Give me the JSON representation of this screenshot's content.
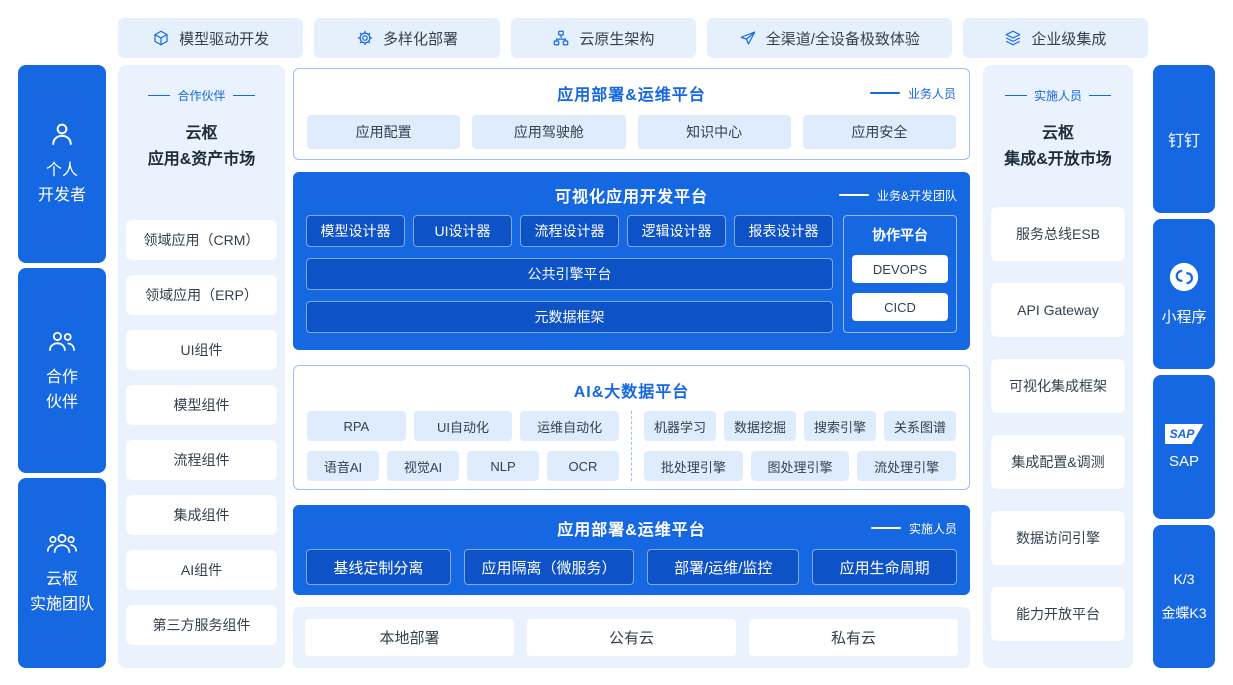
{
  "colors": {
    "brand_blue": "#1567e2",
    "deep_blue": "#0d52c6",
    "panel_light_blue": "#e9f2fd",
    "chip_light_blue": "#dfecfd",
    "outline_blue": "#9cc0f3",
    "text_dark": "#33404e"
  },
  "top_bar": {
    "items": [
      {
        "icon": "cube-icon",
        "label": "模型驱动开发"
      },
      {
        "icon": "gear-icon",
        "label": "多样化部署"
      },
      {
        "icon": "sitemap-icon",
        "label": "云原生架构"
      },
      {
        "icon": "paper-plane-icon",
        "label": "全渠道/全设备极致体验"
      },
      {
        "icon": "layers-icon",
        "label": "企业级集成"
      }
    ]
  },
  "left_rail": {
    "items": [
      {
        "icon": "person-icon",
        "line1": "个人",
        "line2": "开发者"
      },
      {
        "icon": "two-people-icon",
        "line1": "合作",
        "line2": "伙伴"
      },
      {
        "icon": "three-people-icon",
        "line1": "云枢",
        "line2": "实施团队"
      }
    ]
  },
  "app_market": {
    "tag": "合作伙伴",
    "title_line1": "云枢",
    "title_line2": "应用&资产市场",
    "items": [
      "领域应用（CRM）",
      "领域应用（ERP）",
      "UI组件",
      "模型组件",
      "流程组件",
      "集成组件",
      "AI组件",
      "第三方服务组件"
    ]
  },
  "ops_platform_top": {
    "title": "应用部署&运维平台",
    "tag": "业务人员",
    "items": [
      "应用配置",
      "应用驾驶舱",
      "知识中心",
      "应用安全"
    ]
  },
  "visual_dev_platform": {
    "title": "可视化应用开发平台",
    "tag": "业务&开发团队",
    "designers": [
      "模型设计器",
      "UI设计器",
      "流程设计器",
      "逻辑设计器",
      "报表设计器"
    ],
    "engine_bar": "公共引擎平台",
    "metadata_bar": "元数据框架",
    "collab": {
      "title": "协作平台",
      "items": [
        "DEVOPS",
        "CICD"
      ]
    }
  },
  "ai_bigdata_platform": {
    "title": "AI&大数据平台",
    "left_row1": [
      "RPA",
      "UI自动化",
      "运维自动化"
    ],
    "left_row2": [
      "语音AI",
      "视觉AI",
      "NLP",
      "OCR"
    ],
    "right_row1": [
      "机器学习",
      "数据挖掘",
      "搜索引擎",
      "关系图谱"
    ],
    "right_row2": [
      "批处理引擎",
      "图处理引擎",
      "流处理引擎"
    ]
  },
  "ops_platform_bottom": {
    "title": "应用部署&运维平台",
    "tag": "实施人员",
    "items": [
      "基线定制分离",
      "应用隔离（微服务）",
      "部署/运维/监控",
      "应用生命周期"
    ]
  },
  "deployment_bar": {
    "items": [
      "本地部署",
      "公有云",
      "私有云"
    ]
  },
  "integration_market": {
    "tag": "实施人员",
    "title_line1": "云枢",
    "title_line2": "集成&开放市场",
    "items": [
      "服务总线ESB",
      "API Gateway",
      "可视化集成框架",
      "集成配置&调测",
      "数据访问引擎",
      "能力开放平台"
    ]
  },
  "right_rail": {
    "items": [
      {
        "icon": "dingtalk-logo",
        "label": "钉钉"
      },
      {
        "icon": "miniprogram-icon",
        "label": "小程序"
      },
      {
        "icon": "sap-logo",
        "label": "SAP"
      },
      {
        "icon": "kingdee-k3-logo",
        "line1": "K/3",
        "line2": "金蝶K3"
      }
    ]
  }
}
